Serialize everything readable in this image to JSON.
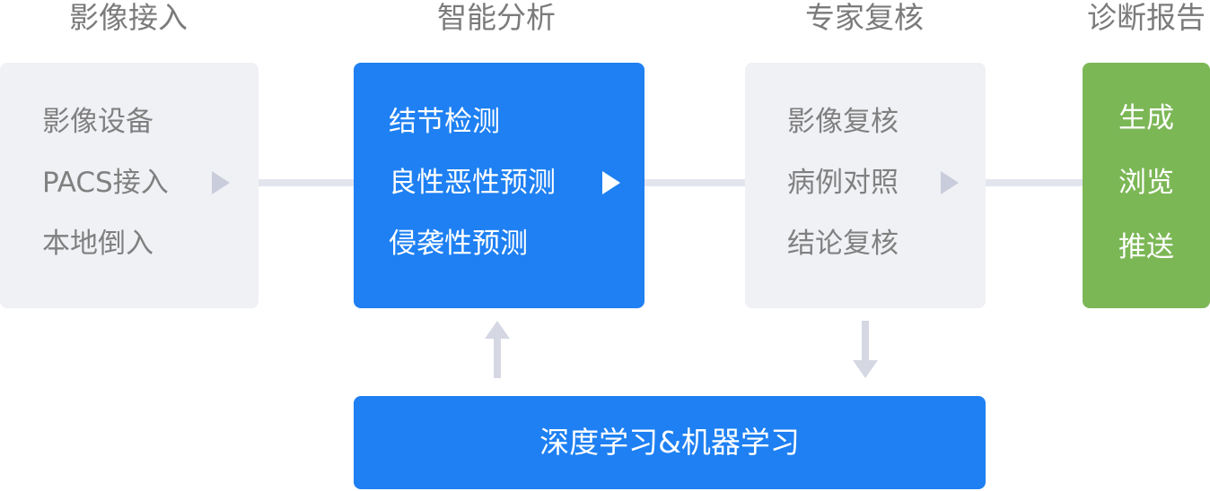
{
  "stages": [
    {
      "title": "影像接入",
      "items": [
        "影像设备",
        "PACS接入",
        "本地倒入"
      ]
    },
    {
      "title": "智能分析",
      "items": [
        "结节检测",
        "良性恶性预测",
        "侵袭性预测"
      ]
    },
    {
      "title": "专家复核",
      "items": [
        "影像复核",
        "病例对照",
        "结论复核"
      ]
    },
    {
      "title": "诊断报告",
      "items": [
        "生成",
        "浏览",
        "推送"
      ]
    }
  ],
  "foundation": {
    "label": "深度学习&机器学习"
  },
  "colors": {
    "accent_blue": "#1e80f2",
    "report_green": "#7cb756",
    "panel_gray": "#f0f1f5",
    "connector": "#e3e5ee",
    "arrow": "#c9ccdb"
  }
}
